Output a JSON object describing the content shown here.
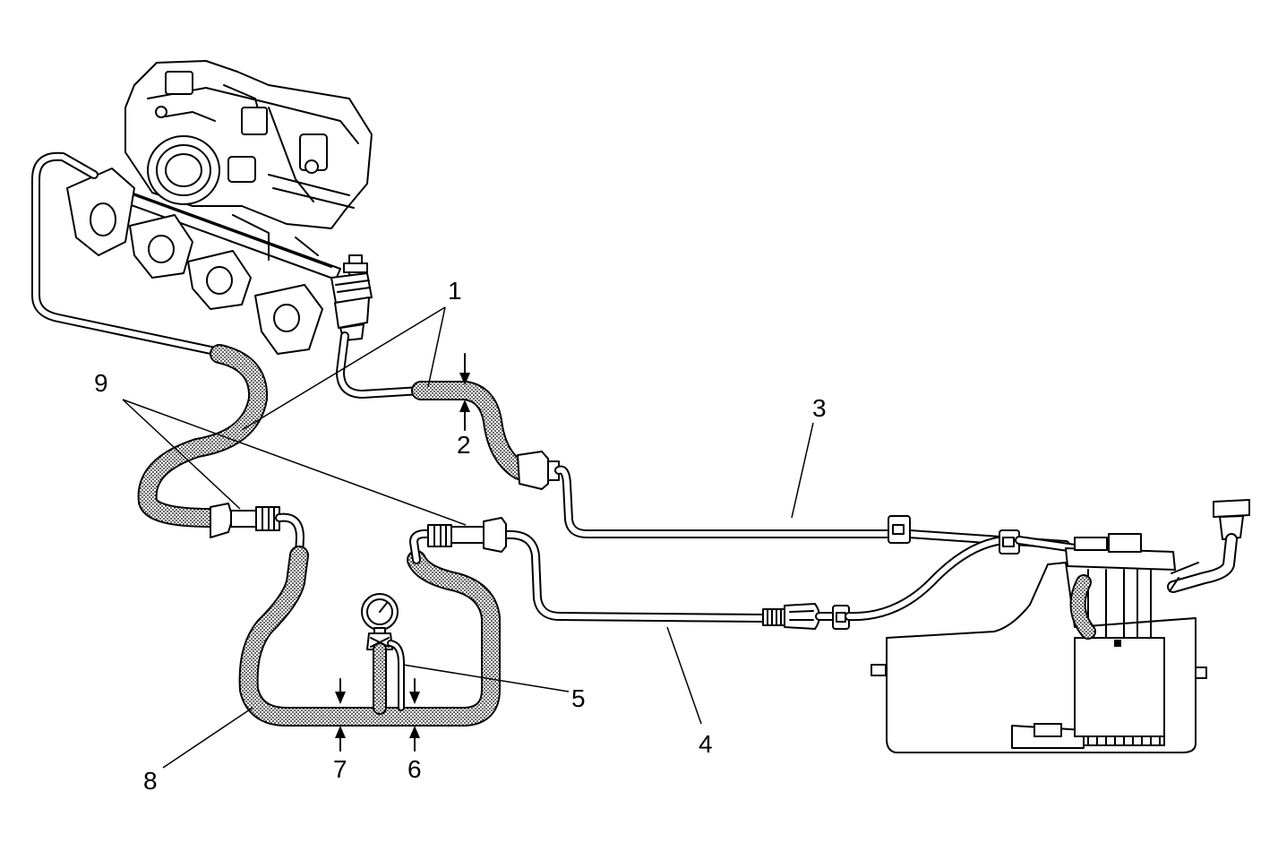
{
  "callouts": {
    "c1": "1",
    "c2": "2",
    "c3": "3",
    "c4": "4",
    "c5": "5",
    "c6": "6",
    "c7": "7",
    "c8": "8",
    "c9": "9"
  },
  "colors": {
    "line": "#000000",
    "background": "#ffffff",
    "hose_stipple": "#000000"
  }
}
